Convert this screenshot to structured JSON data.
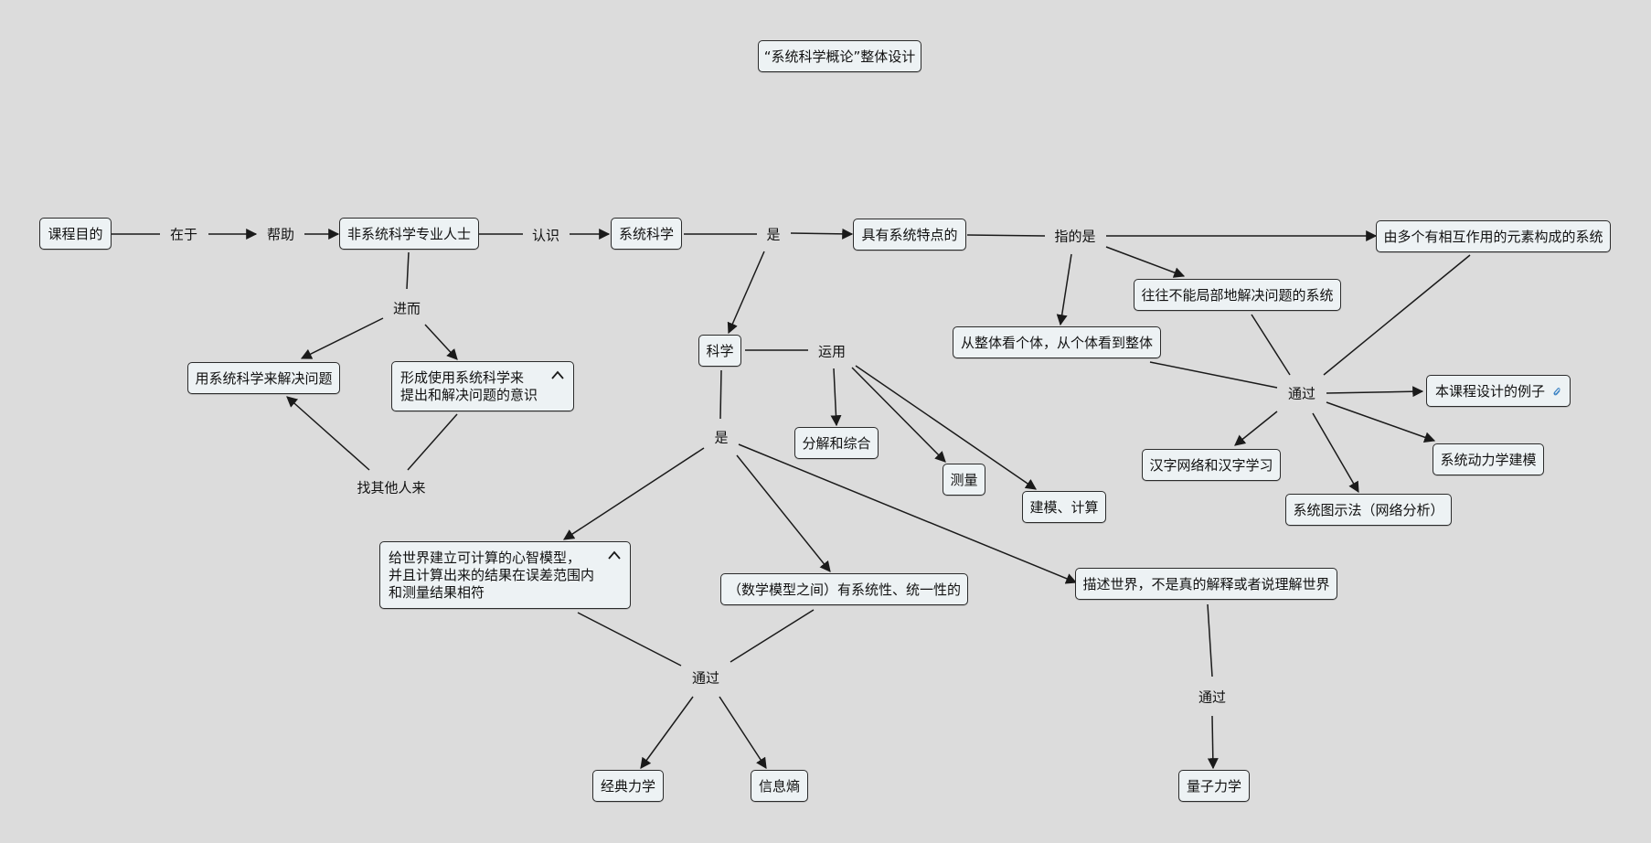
{
  "title": "“系统科学概论”整体设计",
  "nodes": {
    "purpose": "课程目的",
    "non_expert": "非系统科学专业人士",
    "systems_science": "系统科学",
    "has_features": "具有系统特点的",
    "multi_elements": "由多个有相互作用的元素构成的系统",
    "not_local": "往往不能局部地解决问题的系统",
    "whole_part": "从整体看个体，从个体看到整体",
    "use_ss": "用系统科学来解决问题",
    "awareness": "形成使用系统科学来\n提出和解决问题的意识",
    "science": "科学",
    "decompose": "分解和综合",
    "measure": "测量",
    "modeling": "建模、计算",
    "example": "本课程设计的例子",
    "hanzi": "汉字网络和汉字学习",
    "sd_modeling": "系统动力学建模",
    "graph_method": "系统图示法（网络分析）",
    "mental_model": "给世界建立可计算的心智模型，\n并且计算出来的结果在误差范围内\n和测量结果相符",
    "consistency": "（数学模型之间）有系统性、统一性的",
    "describe": "描述世界，不是真的解释或者说理解世界",
    "classical": "经典力学",
    "entropy": "信息熵",
    "quantum": "量子力学"
  },
  "labels": {
    "zaiyu": "在于",
    "bangzhu": "帮助",
    "renshi": "认识",
    "shi1": "是",
    "zhideshi": "指的是",
    "jiner": "进而",
    "zhaotaren": "找其他人来",
    "yunyong": "运用",
    "shi2": "是",
    "tongguo1": "通过",
    "tongguo2": "通过",
    "tongguo3": "通过"
  },
  "colors": {
    "background": "#dcdcdc",
    "node_fill": "#edf2f4",
    "stroke": "#2b2b2b",
    "attachment_icon": "#3b82c4"
  },
  "icons": {
    "collapse": "caret-up-icon",
    "attachment": "paperclip-icon"
  }
}
